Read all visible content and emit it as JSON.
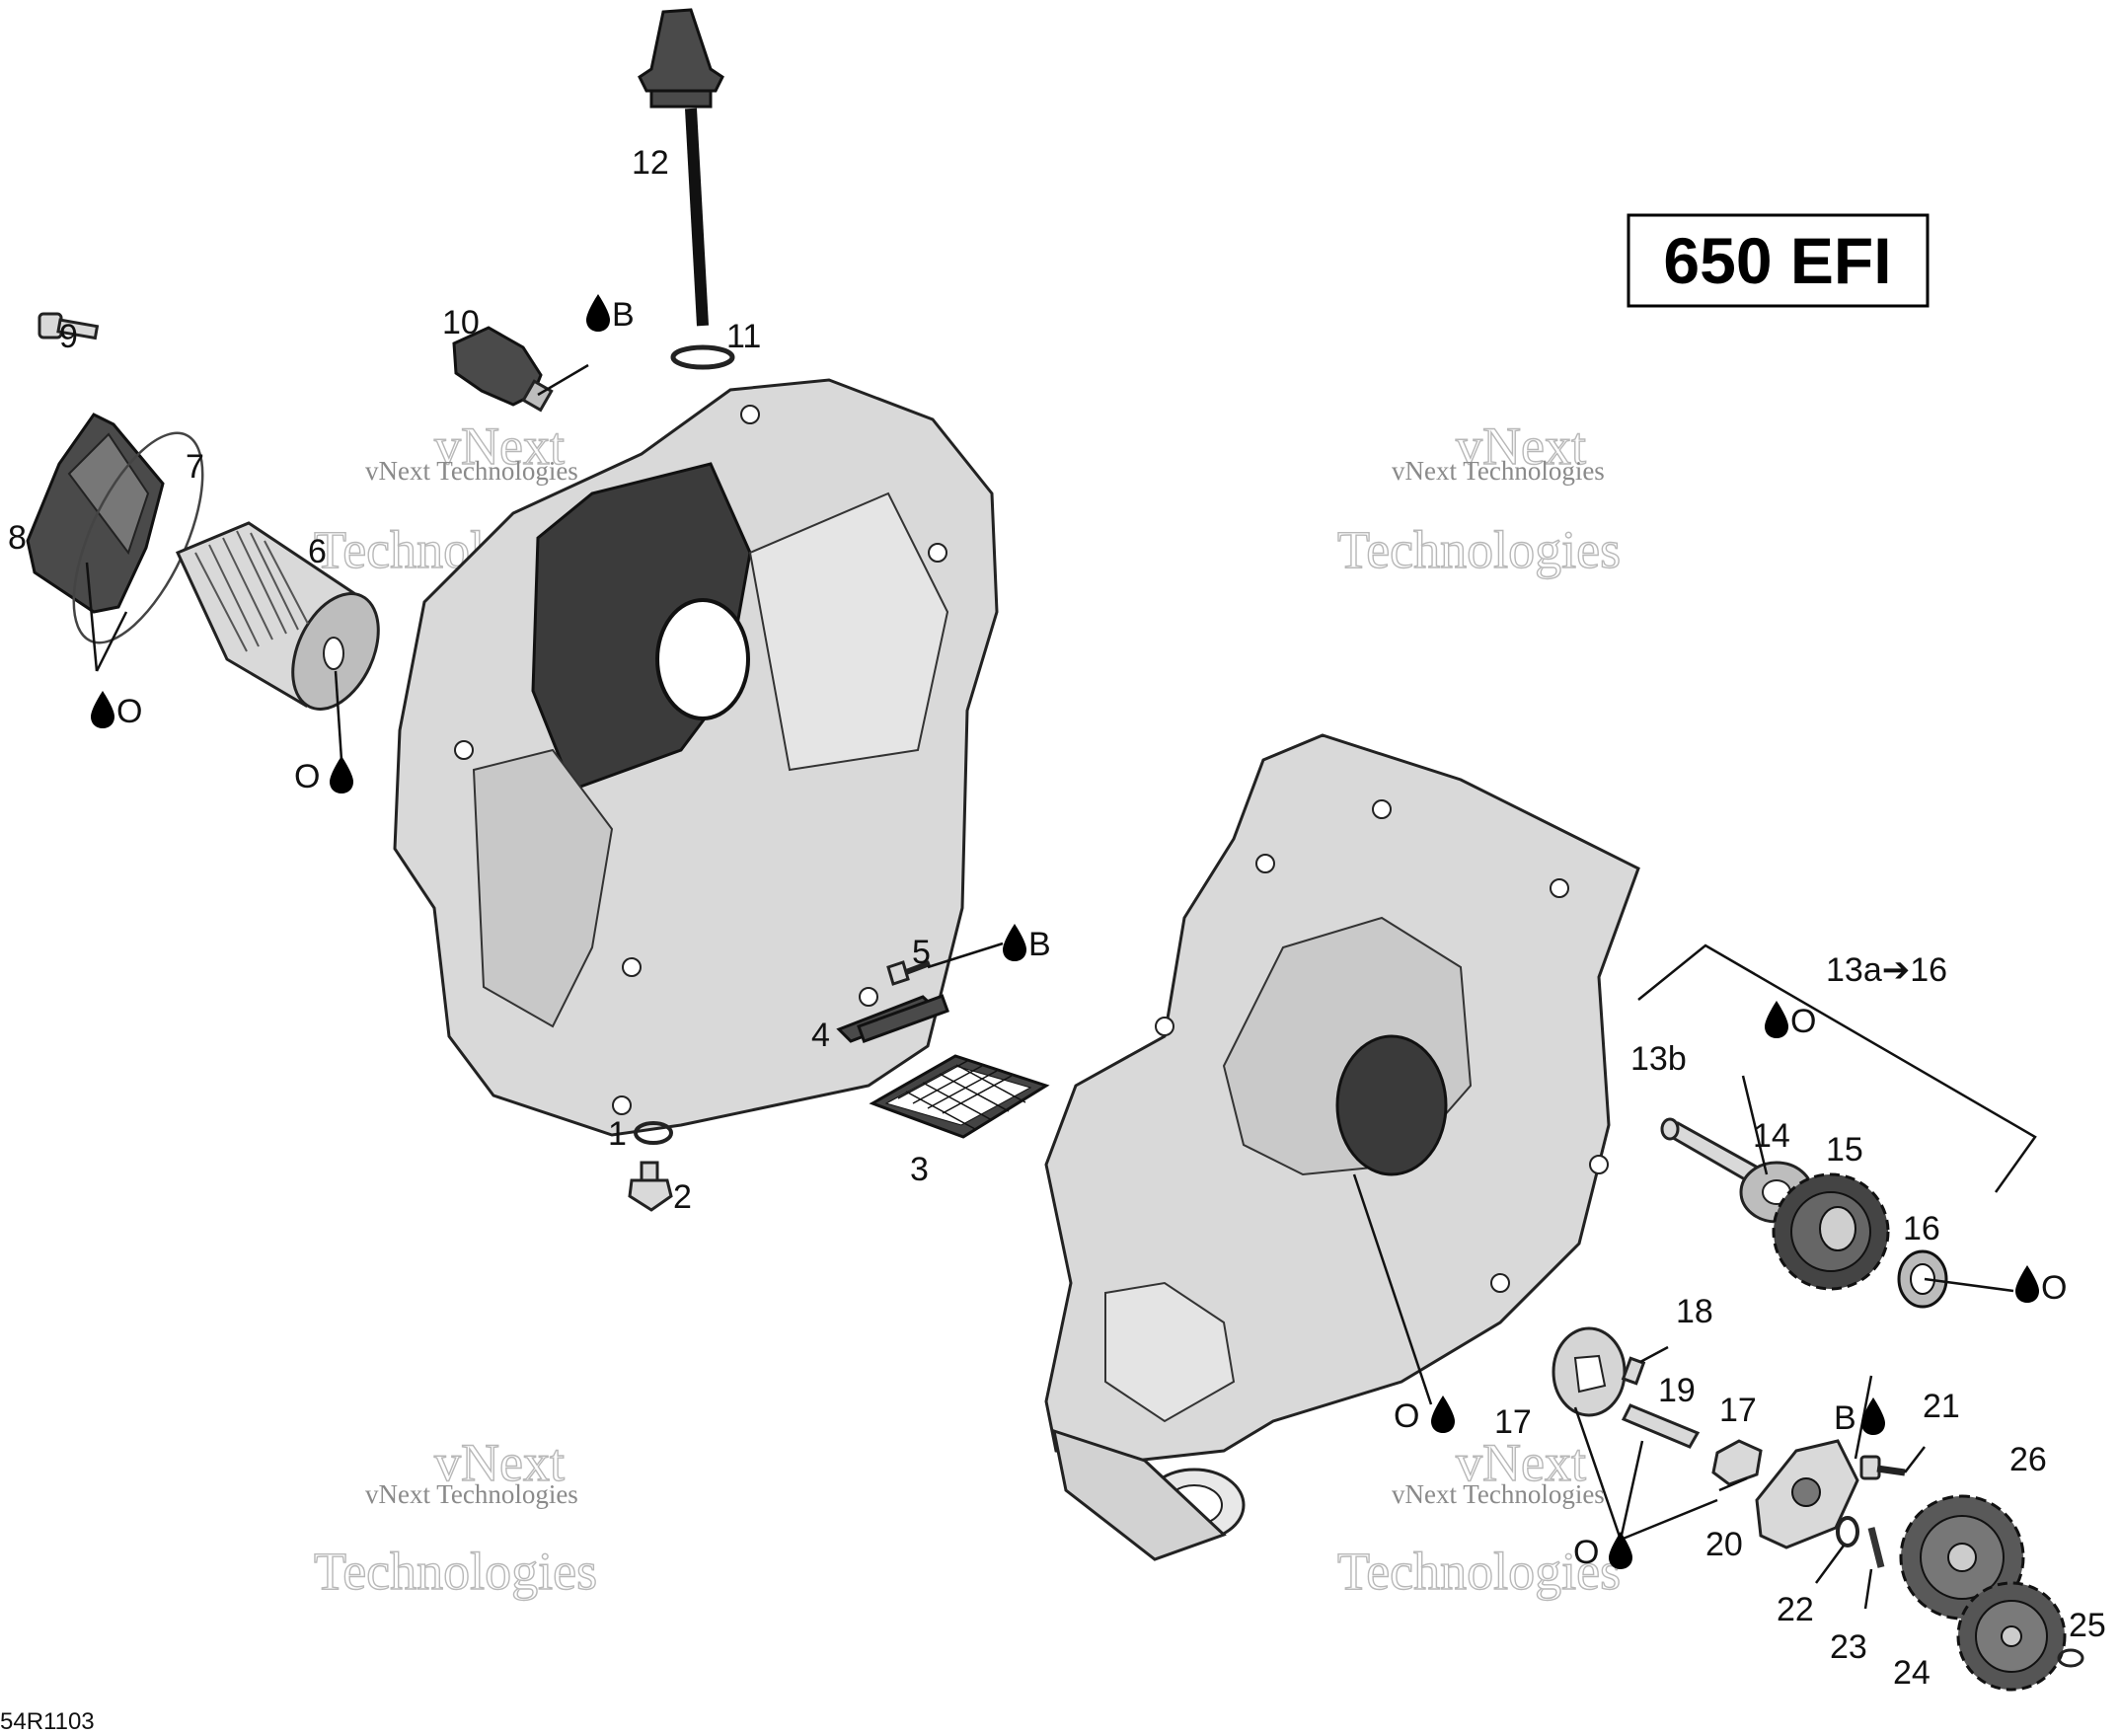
{
  "title": "650 EFI",
  "reference": "54R1103",
  "watermark": {
    "small": "vNext Technologies",
    "big_top": "vNext",
    "big_bottom": "Technologies"
  },
  "callouts": [
    "1",
    "2",
    "3",
    "4",
    "5",
    "6",
    "7",
    "8",
    "9",
    "10",
    "11",
    "12",
    "13a➔16",
    "13b",
    "14",
    "15",
    "16",
    "17",
    "17",
    "18",
    "19",
    "20",
    "21",
    "22",
    "23",
    "24",
    "25",
    "26"
  ],
  "lubricant_marks": [
    "B",
    "B",
    "O",
    "O",
    "O",
    "O",
    "O",
    "O",
    "B"
  ]
}
